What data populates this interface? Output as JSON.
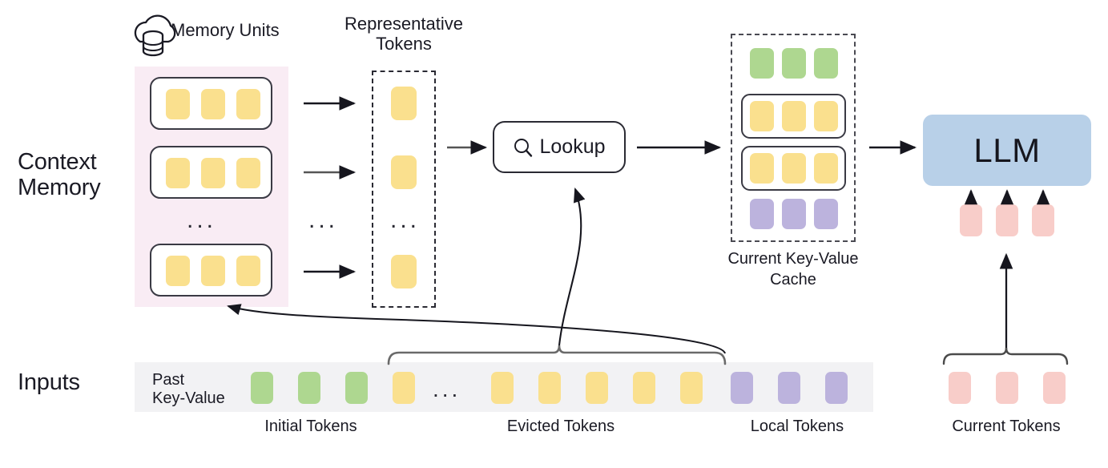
{
  "diagram": {
    "title": "Context Memory LLM KV-cache lookup pipeline",
    "row_labels": {
      "context_memory": "Context\nMemory",
      "inputs": "Inputs"
    },
    "headings": {
      "memory_units": "Memory Units",
      "representative_tokens": "Representative\nTokens",
      "kv_cache": "Current Key-Value\nCache"
    },
    "lookup": {
      "label": "Lookup",
      "icon": "search-icon"
    },
    "llm": {
      "label": "LLM"
    },
    "memory_units": {
      "ellipsis": "...",
      "cards": [
        {
          "tokens": [
            "yellow",
            "yellow",
            "yellow"
          ]
        },
        {
          "tokens": [
            "yellow",
            "yellow",
            "yellow"
          ]
        },
        {
          "tokens": [
            "yellow",
            "yellow",
            "yellow"
          ]
        }
      ]
    },
    "representative_tokens": {
      "ellipsis": "...",
      "tokens": [
        "yellow",
        "yellow",
        "yellow"
      ]
    },
    "arrows_ellipsis": "...",
    "kv_cache": {
      "rows": [
        {
          "kind": "plain",
          "tokens": [
            "green",
            "green",
            "green"
          ]
        },
        {
          "kind": "card",
          "tokens": [
            "yellow",
            "yellow",
            "yellow"
          ]
        },
        {
          "kind": "card",
          "tokens": [
            "yellow",
            "yellow",
            "yellow"
          ]
        },
        {
          "kind": "plain",
          "tokens": [
            "purple",
            "purple",
            "purple"
          ]
        }
      ]
    },
    "llm_input_tokens": [
      "pink",
      "pink",
      "pink"
    ],
    "inputs": {
      "past_key_value_label": "Past\nKey-Value",
      "ellipsis": "...",
      "tokens": [
        "green",
        "green",
        "green",
        "yellow",
        "yellow",
        "yellow",
        "yellow",
        "yellow",
        "yellow",
        "yellow",
        "purple",
        "purple",
        "purple"
      ],
      "current_tokens": [
        "pink",
        "pink",
        "pink"
      ],
      "group_labels": {
        "initial": "Initial Tokens",
        "evicted": "Evicted Tokens",
        "local": "Local Tokens",
        "current": "Current Tokens"
      }
    },
    "colors": {
      "token_yellow": "#fae08e",
      "token_green": "#aed790",
      "token_purple": "#bcb3dd",
      "token_pink": "#f8cdc9",
      "llm_blue": "#b8d0e8",
      "context_memory_bg": "#f9ecf4",
      "inputs_bg": "#f2f2f4",
      "stroke": "#2a2a33"
    }
  }
}
